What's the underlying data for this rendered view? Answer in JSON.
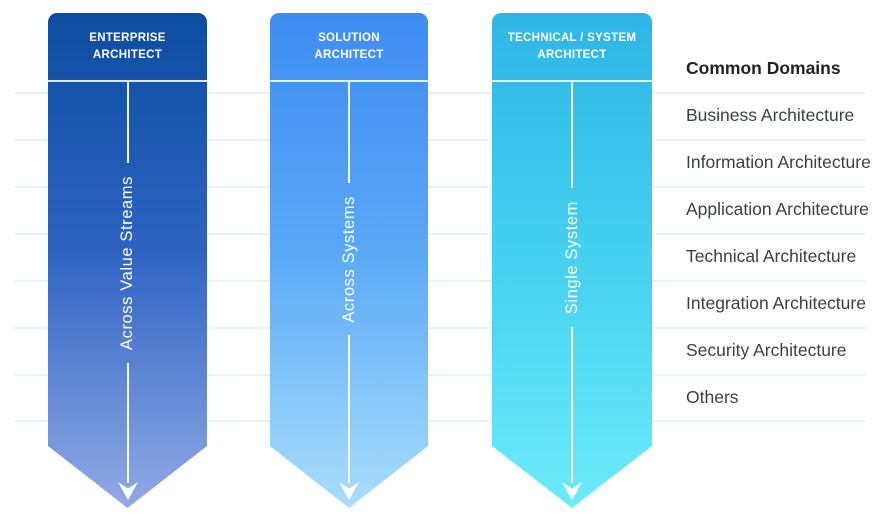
{
  "diagram": {
    "roles": [
      {
        "title": "ENTERPRISE\nARCHITECT",
        "scope": "Across Value Streams",
        "colors": {
          "top": "#0c4da0",
          "mid": "#2e63c2",
          "bottom": "#92aae5"
        }
      },
      {
        "title": "SOLUTION\nARCHITECT",
        "scope": "Across Systems",
        "colors": {
          "top": "#3e8cf1",
          "mid": "#5aa8f6",
          "bottom": "#a9defc"
        }
      },
      {
        "title": "TECHNICAL / SYSTEM\nARCHITECT",
        "scope": "Single System",
        "colors": {
          "top": "#2eb5e6",
          "mid": "#44d0ef",
          "bottom": "#6cebfa"
        }
      }
    ],
    "domains": {
      "header": "Common Domains",
      "items": [
        "Business Architecture",
        "Information Architecture",
        "Application Architecture",
        "Technical Architecture",
        "Integration Architecture",
        "Security Architecture",
        "Others"
      ]
    },
    "line_color": "#e9f0f6"
  }
}
